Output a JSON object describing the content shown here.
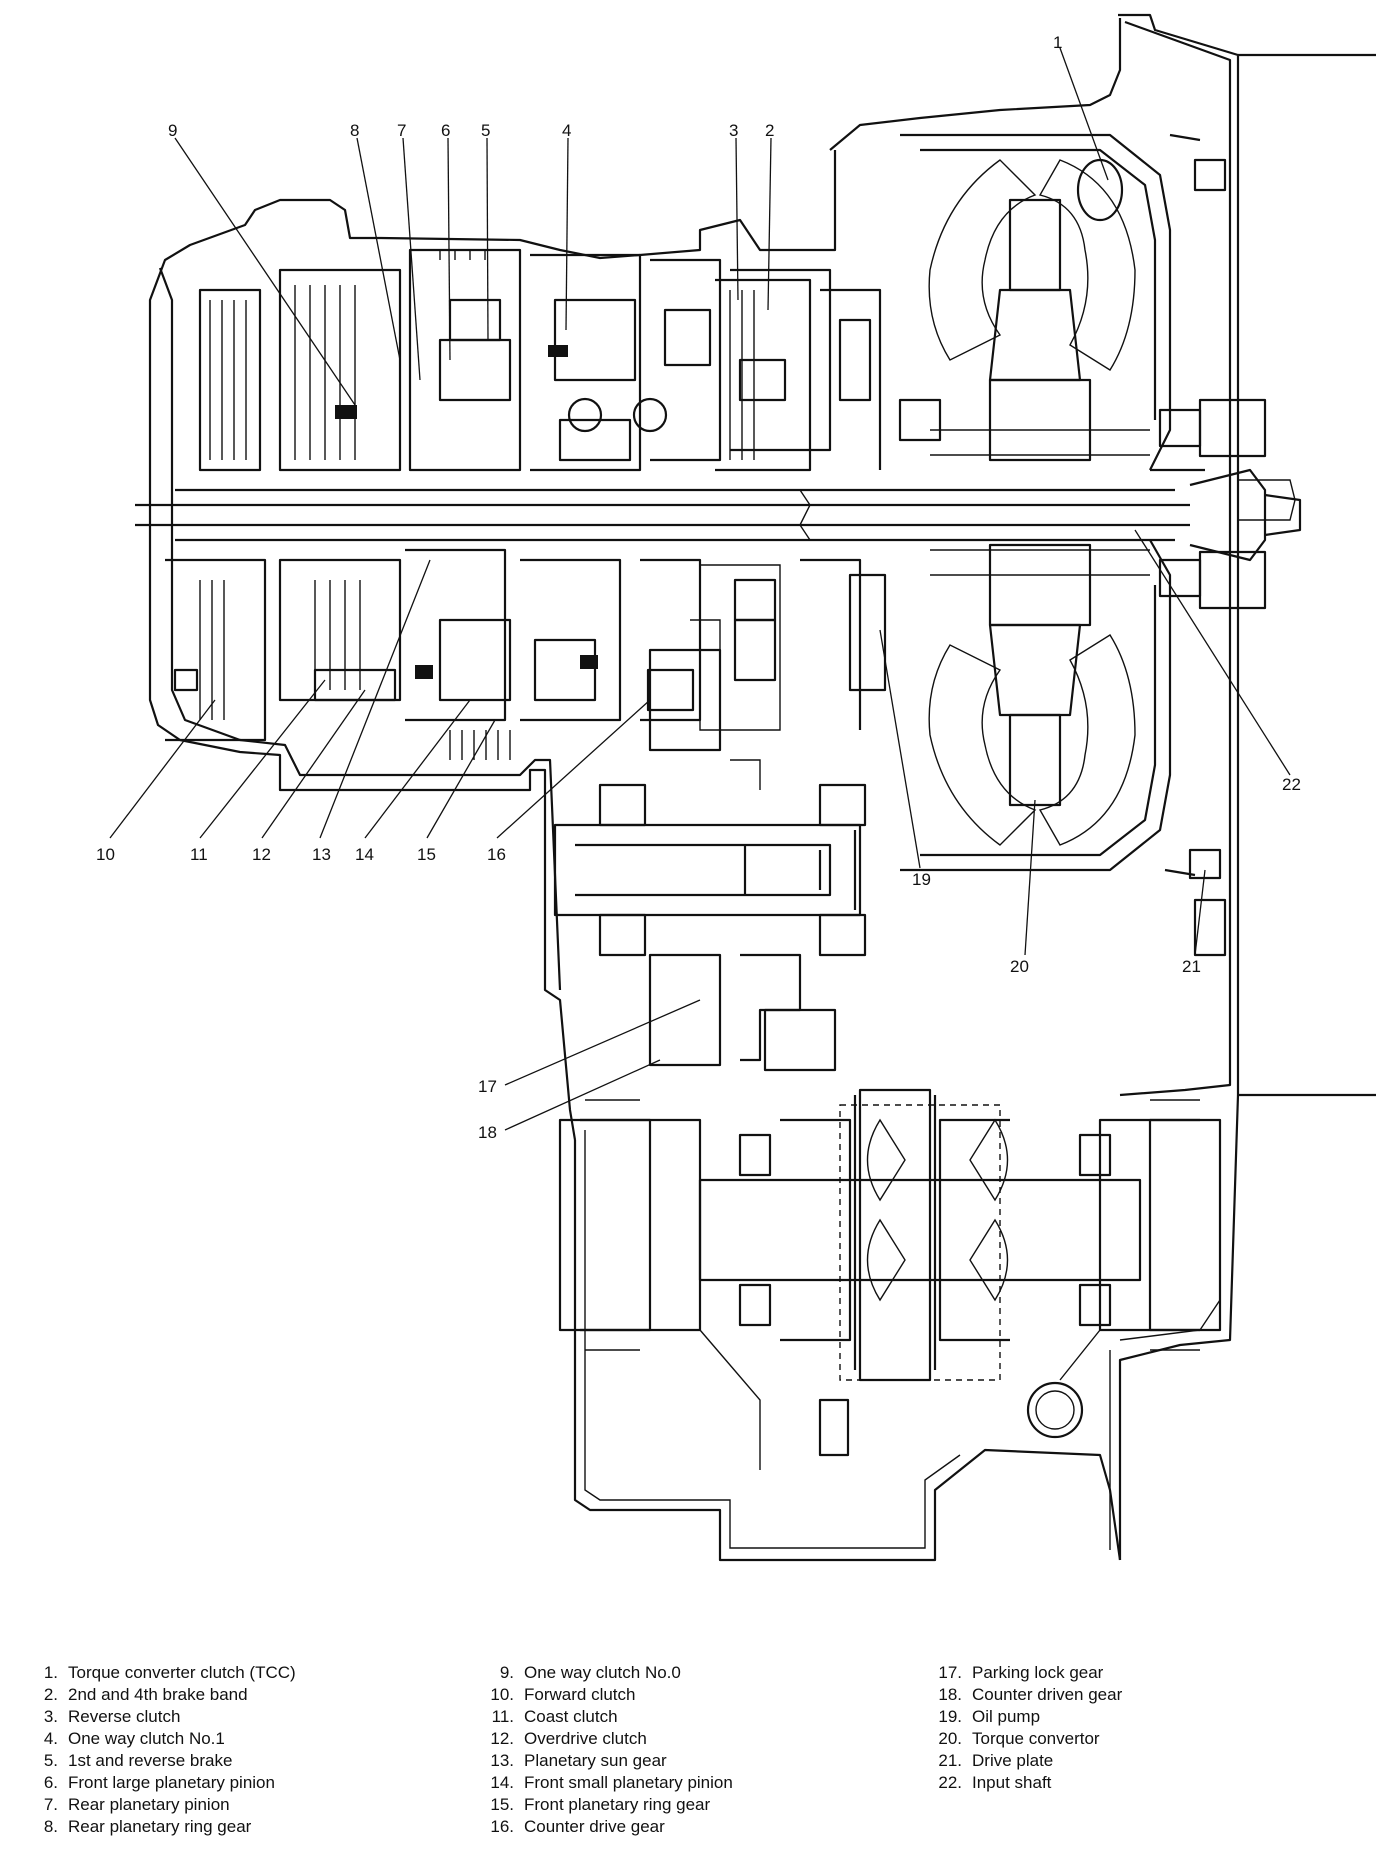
{
  "callouts": [
    "1",
    "2",
    "3",
    "4",
    "5",
    "6",
    "7",
    "8",
    "9",
    "10",
    "11",
    "12",
    "13",
    "14",
    "15",
    "16",
    "17",
    "18",
    "19",
    "20",
    "21",
    "22"
  ],
  "legend": [
    {
      "num": "1.",
      "label": "Torque converter clutch (TCC)"
    },
    {
      "num": "2.",
      "label": "2nd and 4th brake band"
    },
    {
      "num": "3.",
      "label": "Reverse clutch"
    },
    {
      "num": "4.",
      "label": "One way clutch No.1"
    },
    {
      "num": "5.",
      "label": "1st and reverse brake"
    },
    {
      "num": "6.",
      "label": "Front large planetary pinion"
    },
    {
      "num": "7.",
      "label": "Rear planetary pinion"
    },
    {
      "num": "8.",
      "label": "Rear planetary ring gear"
    },
    {
      "num": "9.",
      "label": "One way clutch No.0"
    },
    {
      "num": "10.",
      "label": "Forward clutch"
    },
    {
      "num": "11.",
      "label": "Coast clutch"
    },
    {
      "num": "12.",
      "label": "Overdrive clutch"
    },
    {
      "num": "13.",
      "label": "Planetary sun gear"
    },
    {
      "num": "14.",
      "label": "Front small planetary pinion"
    },
    {
      "num": "15.",
      "label": "Front planetary ring gear"
    },
    {
      "num": "16.",
      "label": "Counter drive gear"
    },
    {
      "num": "17.",
      "label": "Parking lock gear"
    },
    {
      "num": "18.",
      "label": "Counter driven gear"
    },
    {
      "num": "19.",
      "label": "Oil pump"
    },
    {
      "num": "20.",
      "label": "Torque convertor"
    },
    {
      "num": "21.",
      "label": "Drive plate"
    },
    {
      "num": "22.",
      "label": "Input shaft"
    }
  ]
}
